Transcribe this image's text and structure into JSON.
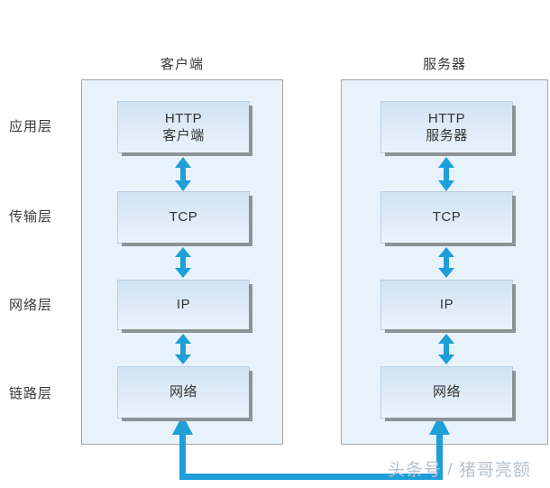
{
  "diagram": {
    "title_client": "客户端",
    "title_server": "服务器",
    "layer_labels": [
      "应用层",
      "传输层",
      "网络层",
      "链路层"
    ],
    "client_boxes": [
      {
        "line1": "HTTP",
        "line2": "客户端"
      },
      {
        "line1": "TCP",
        "line2": ""
      },
      {
        "line1": "IP",
        "line2": ""
      },
      {
        "line1": "网络",
        "line2": ""
      }
    ],
    "server_boxes": [
      {
        "line1": "HTTP",
        "line2": "服务器"
      },
      {
        "line1": "TCP",
        "line2": ""
      },
      {
        "line1": "IP",
        "line2": ""
      },
      {
        "line1": "网络",
        "line2": ""
      }
    ],
    "watermark": "头条号 / 猪哥亮额",
    "colors": {
      "arrow_blue": "#1E9FD8",
      "container_fill": "#E7F2FB",
      "container_border": "#A6A6A6",
      "box_fill": "#DDEAF7",
      "box_shadow": "#8C9396",
      "text": "#3A3A3A",
      "watermark": "#B9C3CC"
    }
  }
}
